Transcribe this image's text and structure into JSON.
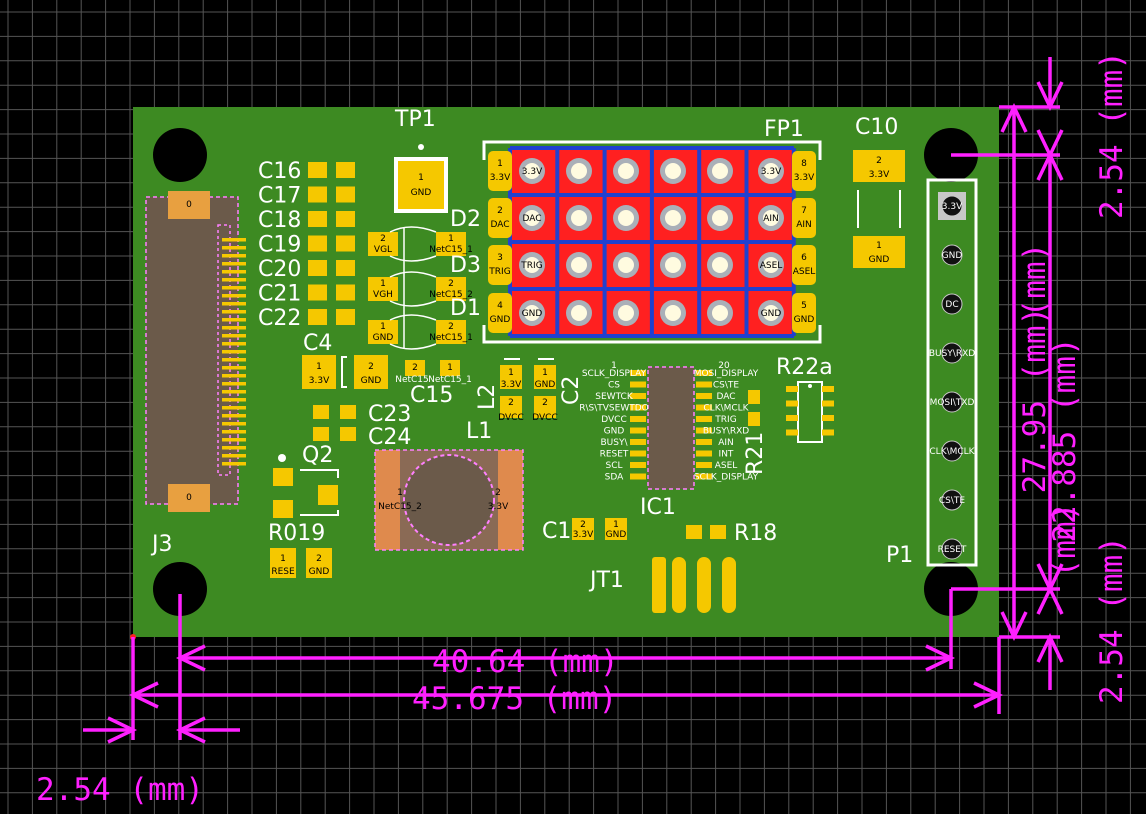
{
  "colors": {
    "board": "#3d8a22",
    "pad": "#f5c800",
    "silkscreen": "#ffffff",
    "dimension": "#ff20ff",
    "grid": "#555555"
  },
  "components": {
    "tp1": {
      "ref": "TP1",
      "pad": "1",
      "net": "GND"
    },
    "fp1": {
      "ref": "FP1",
      "pads": [
        {
          "num": "1",
          "net": "3.3V"
        },
        {
          "num": "2",
          "net": "DAC"
        },
        {
          "num": "3",
          "net": "TRIG"
        },
        {
          "num": "4",
          "net": "GND"
        },
        {
          "num": "8",
          "net": "3.3V"
        },
        {
          "num": "7",
          "net": "AIN"
        },
        {
          "num": "6",
          "net": "ASEL"
        },
        {
          "num": "5",
          "net": "GND"
        }
      ],
      "inner_labels_left": [
        "3.3V",
        "DAC",
        "TRIG",
        "GND"
      ],
      "inner_labels_right": [
        "3.3V",
        "AIN",
        "ASEL",
        "GND"
      ]
    },
    "c10": {
      "ref": "C10",
      "pad_top": "2",
      "net_top": "3.3V",
      "pad_bottom": "1",
      "net_bottom": "GND"
    },
    "cap_column": [
      "C16",
      "C17",
      "C18",
      "C19",
      "C20",
      "C21",
      "C22"
    ],
    "diodes": {
      "d2": {
        "ref": "D2",
        "left_num": "2",
        "left_net": "VGL",
        "right_num": "1",
        "right_net": "NetC15_1"
      },
      "d3": {
        "ref": "D3",
        "left_num": "1",
        "left_net": "VGH",
        "right_num": "2",
        "right_net": "NetC15_2"
      },
      "d1": {
        "ref": "D1",
        "left_num": "1",
        "left_net": "GND",
        "right_num": "2",
        "right_net": "NetC15_1"
      }
    },
    "c4": {
      "ref": "C4",
      "pad1": "1",
      "net1": "3.3V",
      "pad2": "2",
      "net2": "GND"
    },
    "c15": {
      "ref": "C15",
      "pad1": "2",
      "net1": "NetC15",
      "pad2": "1",
      "net2": "NetC15_1"
    },
    "l2": {
      "ref": "L2",
      "pad1": "1",
      "net1": "3.3V",
      "pad2": "2",
      "net2": "DVCC"
    },
    "c2": {
      "ref": "C2",
      "pad1": "1",
      "net1": "GND",
      "pad2": "2",
      "net2": "DVCC"
    },
    "c23": {
      "ref": "C23"
    },
    "c24": {
      "ref": "C24"
    },
    "l1": {
      "ref": "L1",
      "net_left": "NetC15_2",
      "net_right": "3.3V",
      "pin_left": "1",
      "pin_right": "2"
    },
    "q2": {
      "ref": "Q2"
    },
    "r019": {
      "ref": "R019",
      "pad1": "1",
      "net1": "RESE",
      "pad2": "2",
      "net2": "GND"
    },
    "j3": {
      "ref": "J3",
      "pad_top": "0",
      "pad_bottom": "0"
    },
    "ic1": {
      "ref": "IC1",
      "pin_first_left": "1",
      "pin_first_right": "20",
      "left_nets": [
        "SCLK_DISPLAY",
        "CS",
        "SEWTCK",
        "R\\S\\TVSEWTDO",
        "DVCC",
        "GND",
        "BUSY\\",
        "RESET",
        "SCL",
        "SDA"
      ],
      "right_nets": [
        "MOSI_DISPLAY",
        "CS\\TE",
        "DAC",
        "CLK\\MCLK",
        "TRIG",
        "BUSY\\RXD",
        "AIN",
        "INT",
        "ASEL",
        "SCLK_DISPLAY"
      ]
    },
    "r22a": {
      "ref": "R22a"
    },
    "r21": {
      "ref": "R21"
    },
    "c1": {
      "ref": "C1",
      "pad1": "2",
      "net1": "3.3V",
      "pad2": "1",
      "net2": "GND"
    },
    "r18": {
      "ref": "R18"
    },
    "jt1": {
      "ref": "JT1"
    },
    "p1": {
      "ref": "P1",
      "pins": [
        "3.3V",
        "GND",
        "DC",
        "BUSY\\RXD",
        "MOSI\\TXD",
        "CLK\\MCLK",
        "CS\\TE",
        "RESET"
      ]
    }
  },
  "dimensions": {
    "width_holes": "40.64 (mm)",
    "width_board": "45.675 (mm)",
    "offset_x": "2.54 (mm)",
    "height_board": "27.95 (mm)",
    "height_holes": "22.885 (mm)",
    "offset_top": "2.54 (mm)",
    "offset_bottom": "2.54 (mm)",
    "height_board_unit": "(mm)",
    "height_holes_unit": "(mm)"
  }
}
